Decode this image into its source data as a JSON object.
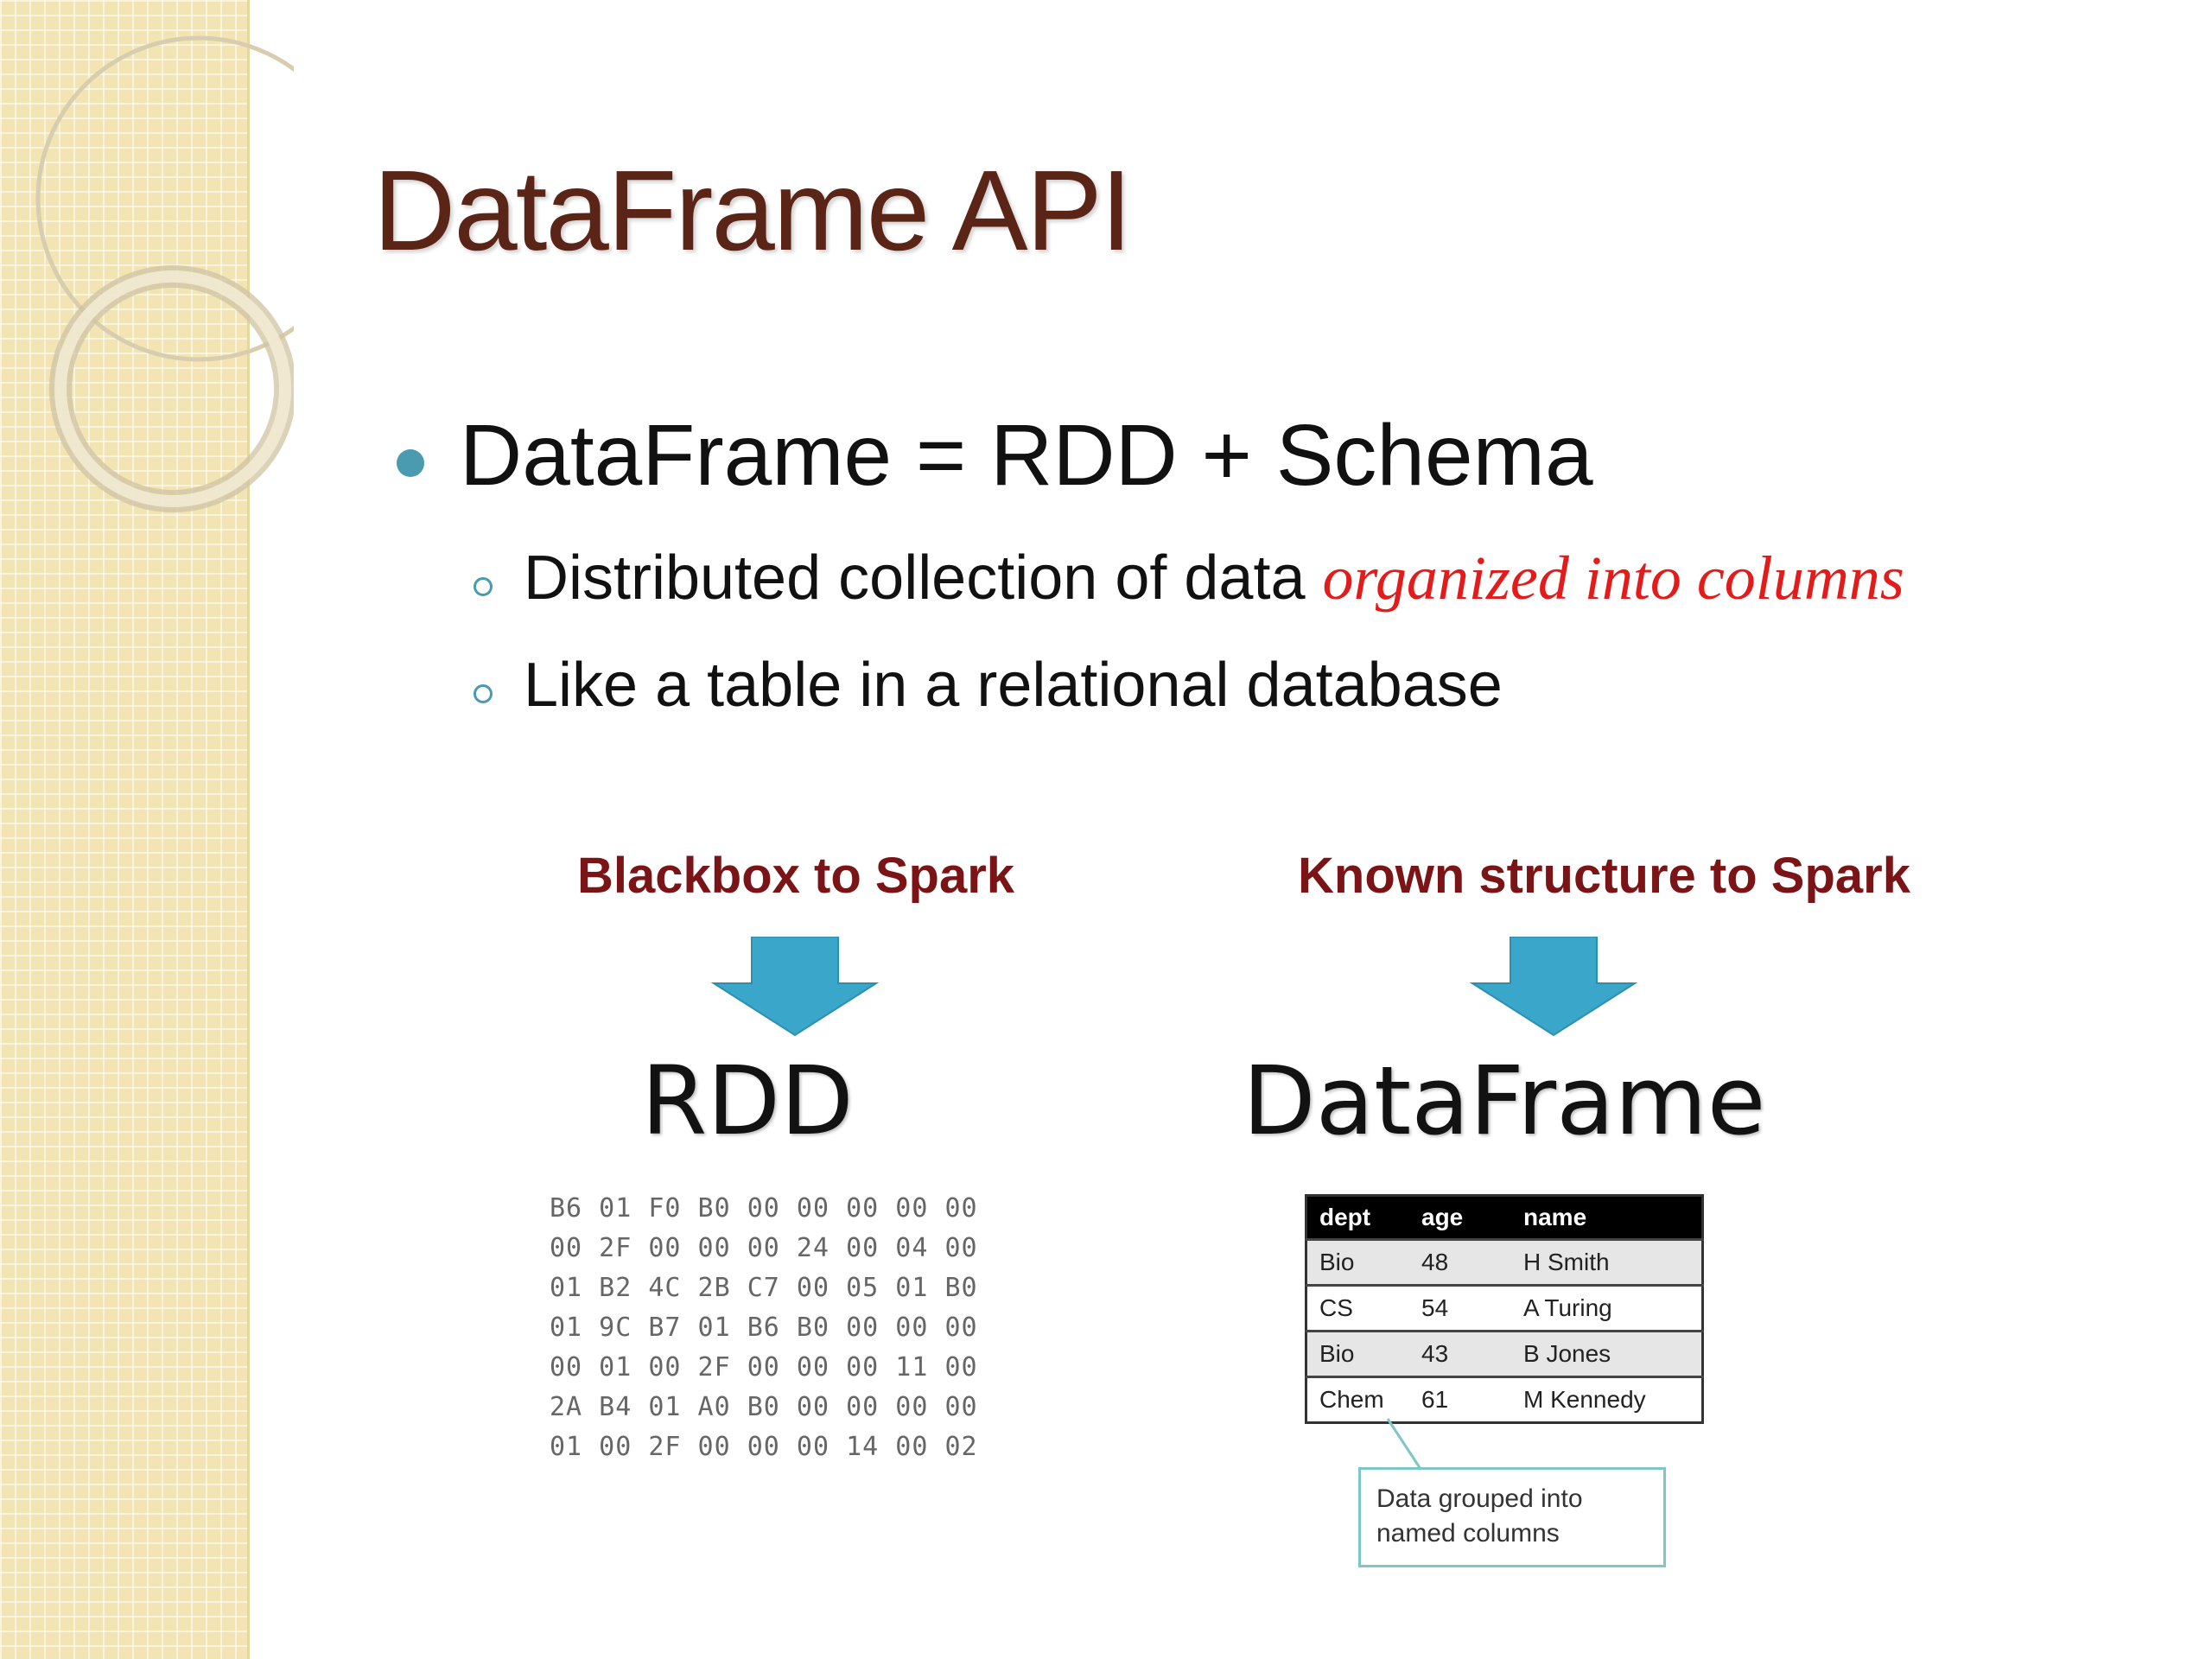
{
  "slide": {
    "title": "DataFrame API",
    "bullet": "DataFrame = RDD + Schema",
    "sub_bullets": [
      {
        "text": "Distributed collection of data ",
        "highlight": "organized into columns"
      },
      {
        "text": "Like a table in a relational database",
        "highlight": ""
      }
    ]
  },
  "left_panel": {
    "caption": "Blackbox to Spark",
    "label": "RDD",
    "hex_rows": [
      "B6 01 F0 B0 00 00 00 00 00",
      "00 2F 00 00 00 24 00 04 00",
      "01 B2 4C 2B C7 00 05 01 B0",
      "01 9C B7 01 B6 B0 00 00 00",
      "00 01 00 2F 00 00 00 11 00",
      "2A B4 01 A0 B0 00 00 00 00",
      "01 00 2F 00 00 00 14 00 02"
    ]
  },
  "right_panel": {
    "caption": "Known structure to Spark",
    "label": "DataFrame",
    "table": {
      "headers": [
        "dept",
        "age",
        "name"
      ],
      "rows": [
        [
          "Bio",
          "48",
          "H Smith"
        ],
        [
          "CS",
          "54",
          "A Turing"
        ],
        [
          "Bio",
          "43",
          "B Jones"
        ],
        [
          "Chem",
          "61",
          "M Kennedy"
        ]
      ]
    },
    "callout": "Data grouped into named columns"
  },
  "colors": {
    "title": "#5a2416",
    "caption": "#7a1416",
    "highlight": "#e31b1b",
    "arrow": "#3aa6c9",
    "bullet": "#4a9bb0",
    "strip": "#f2e4b3"
  }
}
